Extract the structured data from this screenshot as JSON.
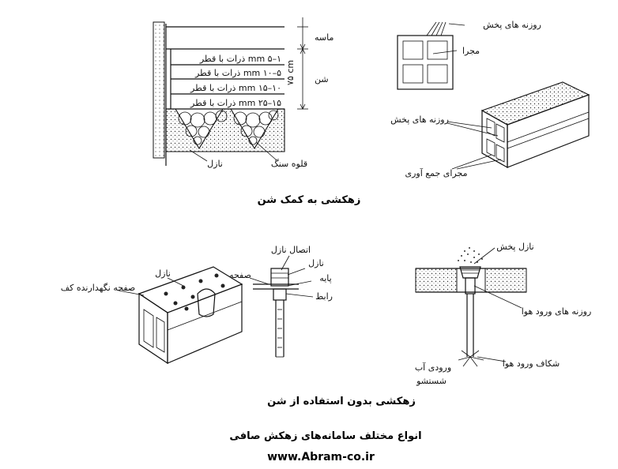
{
  "gravel_section": {
    "labels": {
      "sand": "ماسه",
      "gravel": "شن",
      "depth": "۷۵ cm",
      "layer1": "ذرات با قطر mm ۵–۱",
      "layer2": "ذرات با قطر mm ۱۰–۵",
      "layer3": "ذرات با قطر mm ۱۵–۱۰",
      "layer4": "ذرات با قطر mm ۲۵–۱۵",
      "nozzle": "نازل",
      "cobble": "قلوه سنگ"
    },
    "caption": "زهکشی به کمک شن"
  },
  "block_detail": {
    "labels": {
      "orifices_top": "روزنه های پخش",
      "channel": "مجرا",
      "orifices_side": "روزنه های پخش",
      "collector": "مجرای جمع آوری"
    }
  },
  "no_gravel": {
    "labels": {
      "nozzle": "نازل",
      "floor_plate": "صفحه نگهدارنده کف",
      "nozzle_connection": "اتصال نازل",
      "nozzle2": "نازل",
      "plate": "صفحه",
      "stem": "پایه",
      "link": "رابط",
      "dispersion_nozzle": "نازل پخش",
      "air_orifices": "روزنه های ورود هوا",
      "air_slot": "شکاف ورود هوا",
      "backwash_inlet_1": "ورودی آب",
      "backwash_inlet_2": "شستشو"
    },
    "caption": "زهکشی بدون استفاده از شن"
  },
  "figure_title": "انواع مختلف سامانه‌های زهکش صافی",
  "website": "www.Abram-co.ir"
}
